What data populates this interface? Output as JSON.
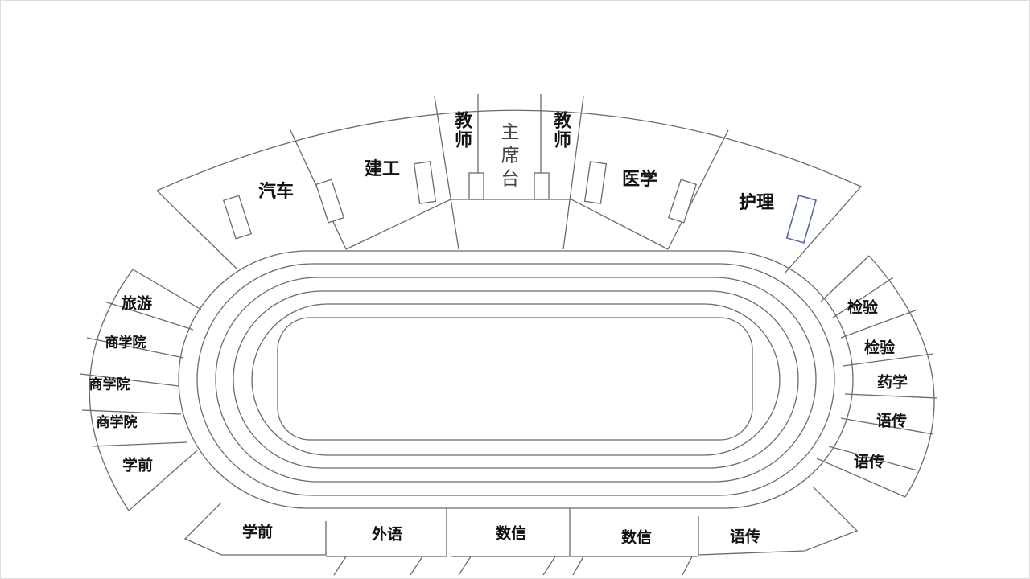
{
  "title": "Stadium seating chart",
  "top_sections": {
    "qiche": "汽车",
    "jiangong": "建工",
    "teacher_left": "教师",
    "main_stand": "主席台",
    "teacher_right": "教师",
    "yixue": "医学",
    "huli": "护理"
  },
  "left_sections": [
    "旅游",
    "商学院",
    "商学院",
    "商学院",
    "学前"
  ],
  "right_sections": [
    "检验",
    "检验",
    "药学",
    "语传",
    "语传"
  ],
  "bottom_sections": [
    "学前",
    "外语",
    "数信",
    "数信",
    "语传"
  ]
}
